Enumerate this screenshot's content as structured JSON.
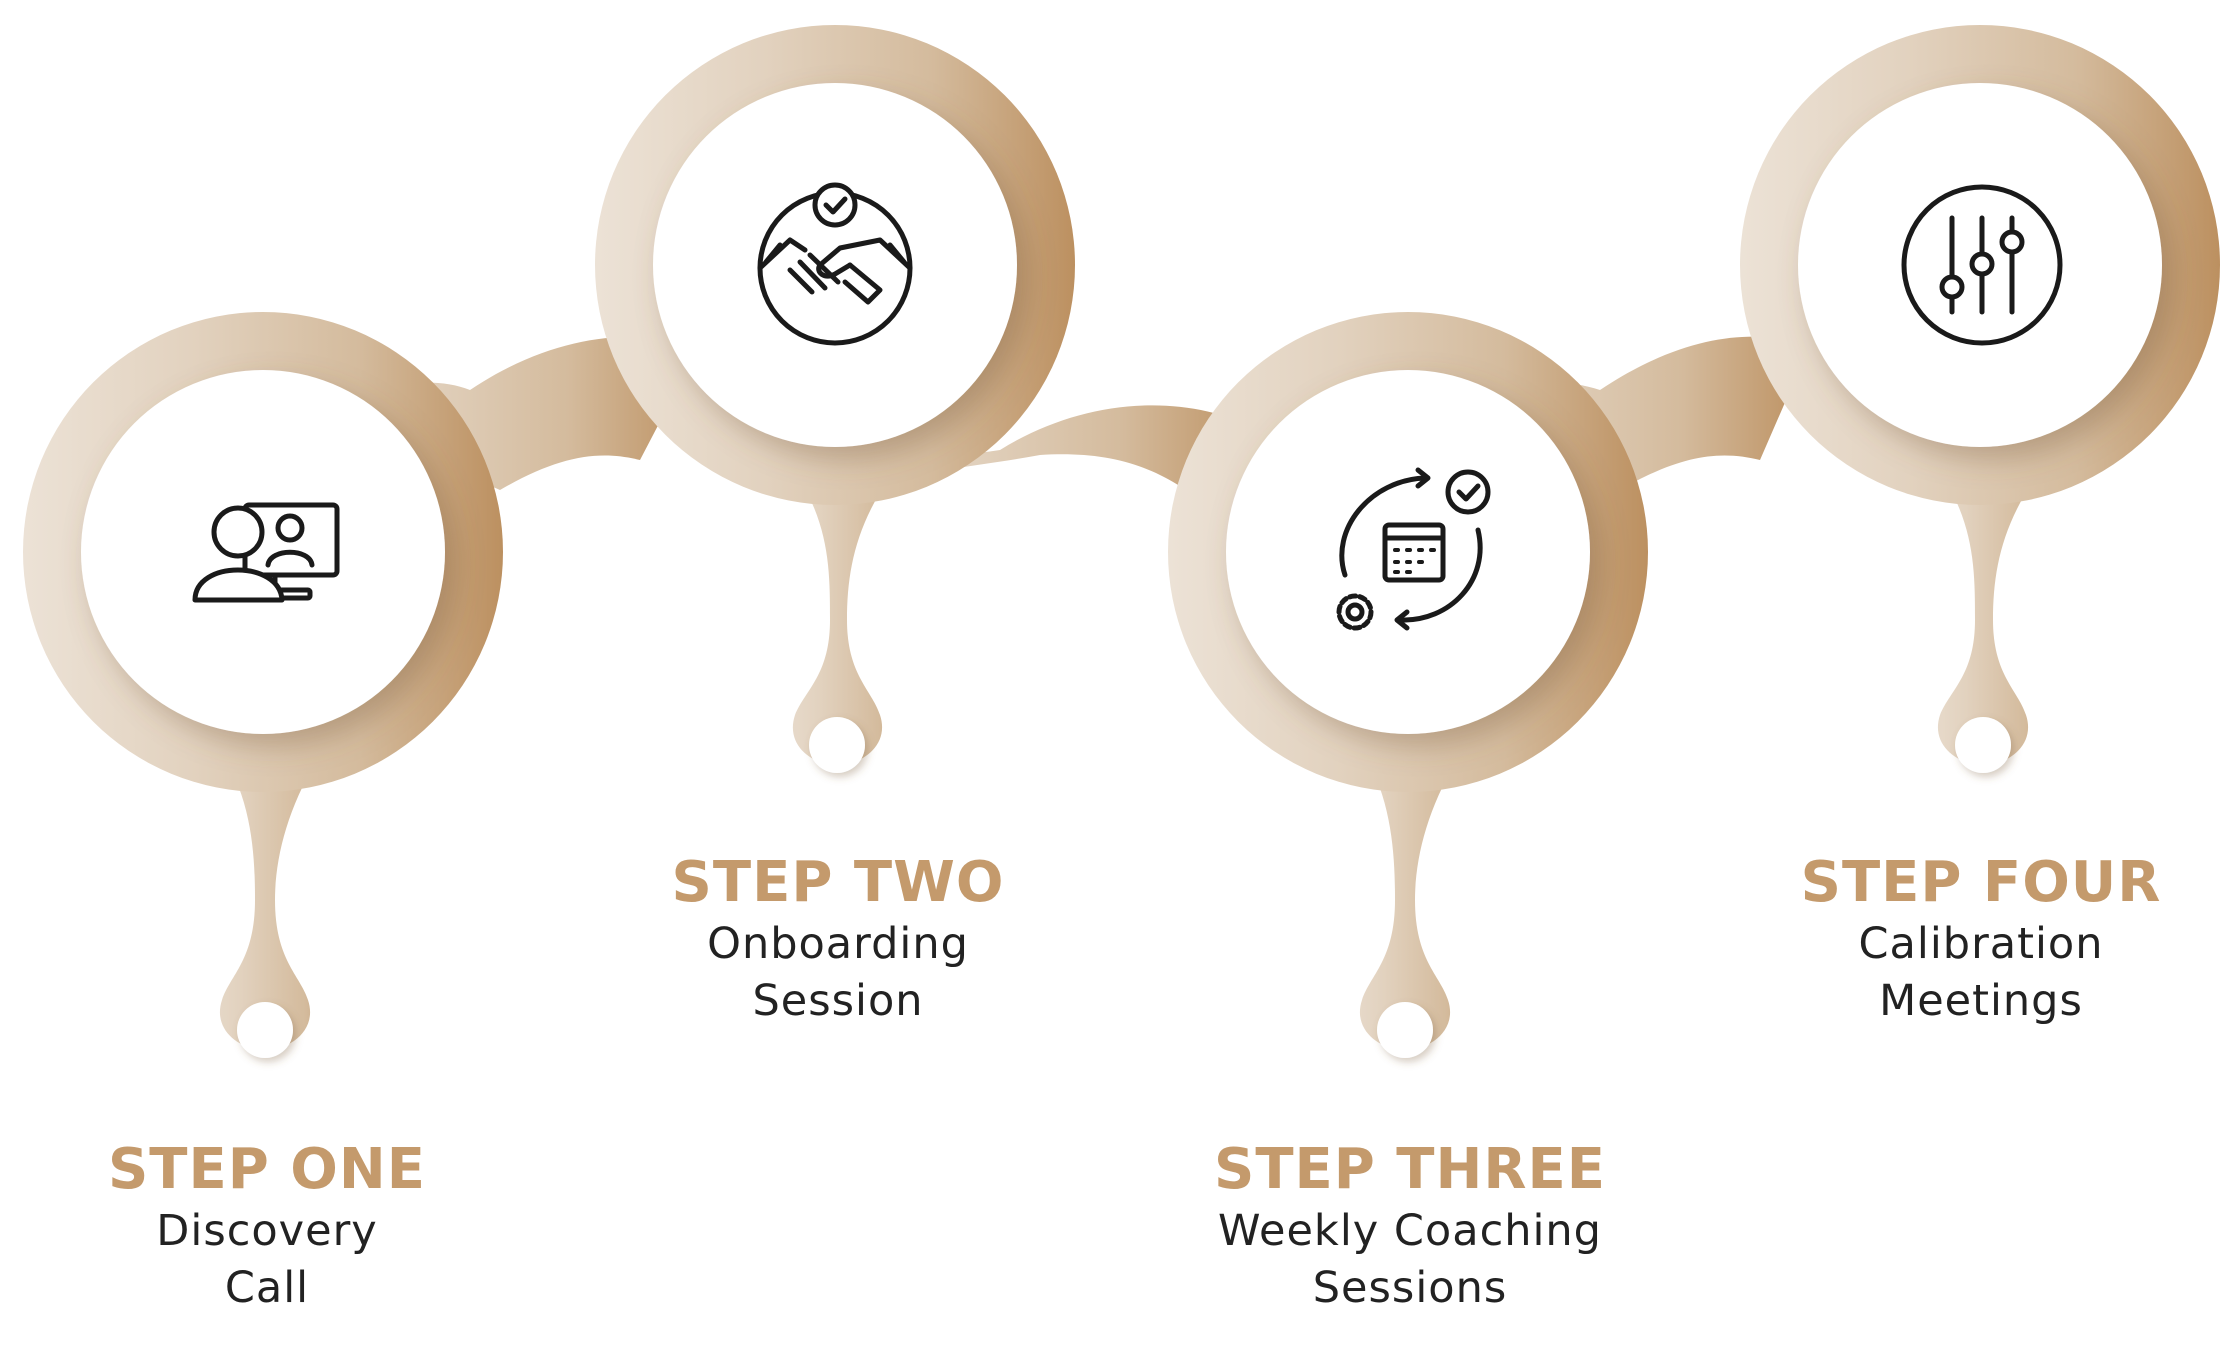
{
  "colors": {
    "accent": "#c49a6c",
    "ribbon_light": "#e8dccd",
    "ribbon_dark": "#bc905f",
    "text": "#222222"
  },
  "steps": [
    {
      "title": "STEP ONE",
      "subtitle_lines": [
        "Discovery",
        "Call"
      ],
      "icon": "video-call-icon"
    },
    {
      "title": "STEP TWO",
      "subtitle_lines": [
        "Onboarding",
        "Session"
      ],
      "icon": "handshake-icon"
    },
    {
      "title": "STEP THREE",
      "subtitle_lines": [
        "Weekly Coaching",
        "Sessions"
      ],
      "icon": "calendar-cycle-icon"
    },
    {
      "title": "STEP FOUR",
      "subtitle_lines": [
        "Calibration",
        "Meetings"
      ],
      "icon": "sliders-icon"
    }
  ]
}
